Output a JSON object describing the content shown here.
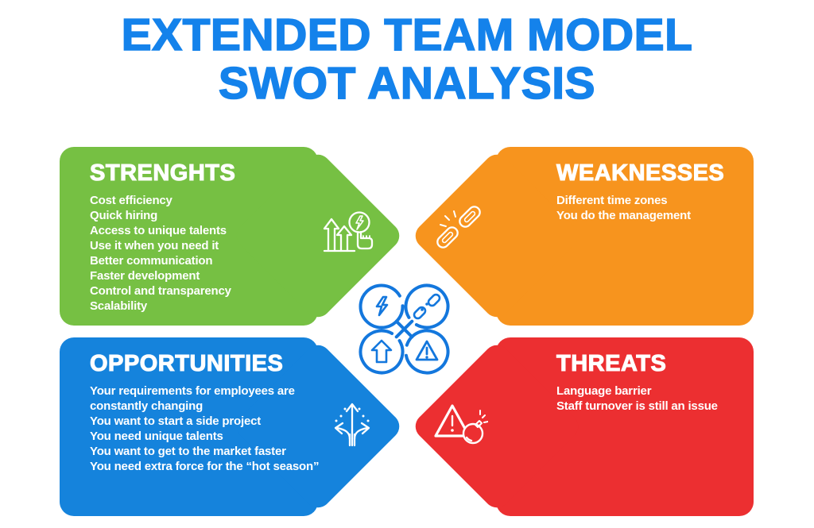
{
  "title": {
    "line1": "EXTENDED TEAM MODEL",
    "line2": "SWOT ANALYSIS"
  },
  "colors": {
    "background": "#FFFFFF",
    "title_blue": "#1482EB",
    "strengths_green": "#76C043",
    "weaknesses_orange": "#F7941E",
    "opportunities_blue": "#1583DC",
    "threats_red": "#EC2F31",
    "center_icon_blue": "#1377DD",
    "panel_text": "#FFFFFF"
  },
  "quadrants": {
    "strengths": {
      "label": "STRENGHTS",
      "icon": "growth-tap-icon",
      "items": [
        "Cost efficiency",
        "Quick hiring",
        "Access to unique talents",
        "Use it when you need it",
        "Better communication",
        "Faster development",
        "Control and transparency",
        "Scalability"
      ]
    },
    "weaknesses": {
      "label": "WEAKNESSES",
      "icon": "broken-chain-icon",
      "items": [
        "Different time zones",
        "You do the management"
      ]
    },
    "opportunities": {
      "label": "OPPORTUNITIES",
      "icon": "branching-arrows-icon",
      "items": [
        "Your requirements for employees are constantly changing",
        "You want to start a side project",
        "You need unique talents",
        "You want to get to the market faster",
        "You need extra force for the “hot season”"
      ]
    },
    "threats": {
      "label": "THREATS",
      "icon": "warning-bomb-icon",
      "items": [
        "Language barrier",
        "Staff turnover is still an issue"
      ]
    }
  },
  "center": {
    "icons": [
      "lightning-icon",
      "chain-link-icon",
      "up-arrow-icon",
      "warning-triangle-icon"
    ]
  }
}
